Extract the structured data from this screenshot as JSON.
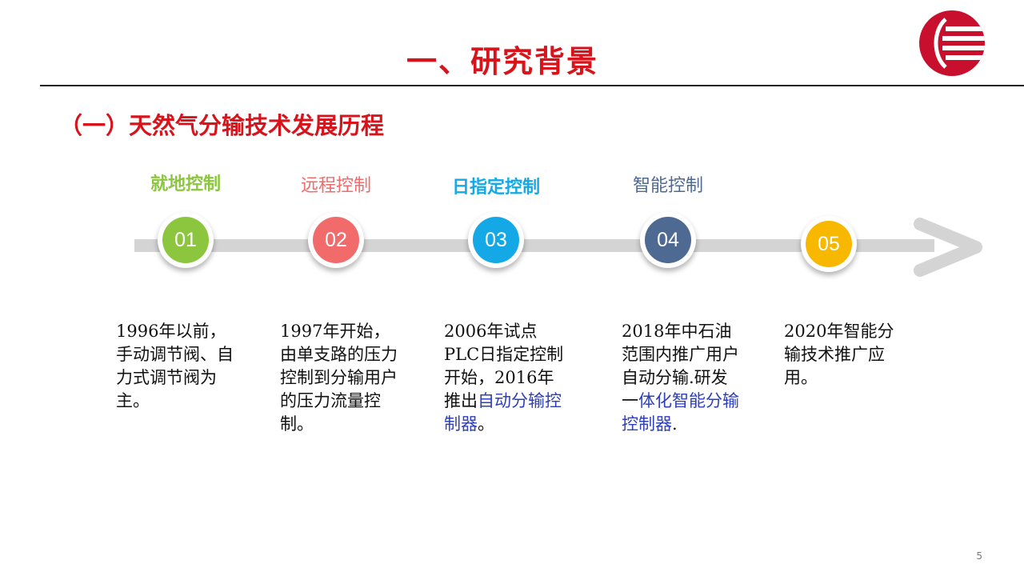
{
  "slide": {
    "title": "一、研究背景",
    "subtitle": "（一）天然气分输技术发展历程",
    "page_number": "5"
  },
  "timeline": {
    "stages": [
      {
        "label": "就地控制",
        "number": "01",
        "color": "#8cc63f",
        "label_color": "#8cc63f",
        "label_bold": true,
        "desc_parts": [
          {
            "text": "1996年以前，手动调节阀、自力式调节阀为主。",
            "highlight": false
          }
        ]
      },
      {
        "label": "远程控制",
        "number": "02",
        "color": "#f26b6b",
        "label_color": "#f26b6b",
        "label_bold": false,
        "desc_parts": [
          {
            "text": "1997年开始，由单支路的压力控制到分输用户的压力流量控制。",
            "highlight": false
          }
        ]
      },
      {
        "label": "日指定控制",
        "number": "03",
        "color": "#14a9e6",
        "label_color": "#14a9e6",
        "label_bold": true,
        "desc_parts": [
          {
            "text": "2006年试点PLC日指定控制开始，2016年推出",
            "highlight": false
          },
          {
            "text": "自动分输控制器",
            "highlight": true
          },
          {
            "text": "。",
            "highlight": false
          }
        ]
      },
      {
        "label": "智能控制",
        "number": "04",
        "color": "#4e6a92",
        "label_color": "#4e6a92",
        "label_bold": false,
        "desc_parts": [
          {
            "text": "2018年中石油范围内推广用户自动分输.研发一",
            "highlight": false
          },
          {
            "text": "体化智能分输控制器",
            "highlight": true
          },
          {
            "text": ".",
            "highlight": false
          }
        ]
      },
      {
        "label": "",
        "number": "05",
        "color": "#f9b800",
        "label_color": "#000000",
        "label_bold": false,
        "desc_parts": [
          {
            "text": "2020年智能分输技术推广应用。",
            "highlight": false
          }
        ]
      }
    ]
  },
  "colors": {
    "title_red": "#d7131c",
    "track_gray": "#d4d4d4",
    "highlight_blue": "#2f3fb5"
  },
  "icons": {
    "logo": "company-logo-icon",
    "arrow": "arrow-right-icon"
  }
}
